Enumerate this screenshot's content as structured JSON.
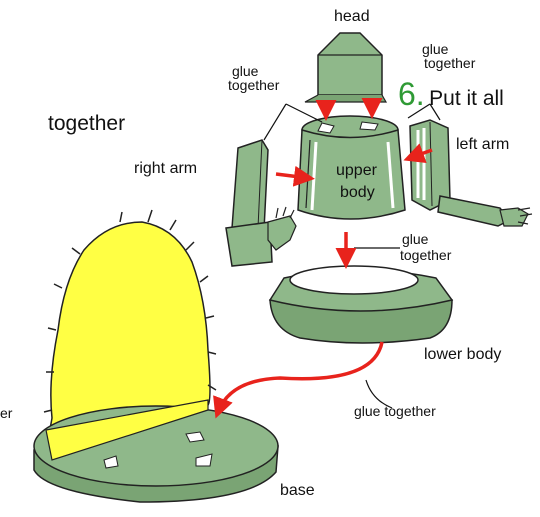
{
  "step": {
    "number": "6.",
    "line1": "Put it all",
    "line2": "together"
  },
  "labels": {
    "head": "head",
    "glue_left_1": "glue",
    "glue_left_2": "together",
    "glue_right_1": "glue",
    "glue_right_2": "together",
    "right_arm": "right arm",
    "left_arm": "left arm",
    "upper_1": "upper",
    "upper_2": "body",
    "glue_mid_1": "glue",
    "glue_mid_2": "together",
    "lower_body": "lower body",
    "glue_bottom": "glue together",
    "base": "base",
    "edge_fragment": "er"
  },
  "colors": {
    "part_green": "#8fb88a",
    "part_green_dark": "#6f9a6a",
    "leaf_yellow": "#ffff44",
    "arrow_red": "#e8231c",
    "step_green": "#2f9a35"
  }
}
